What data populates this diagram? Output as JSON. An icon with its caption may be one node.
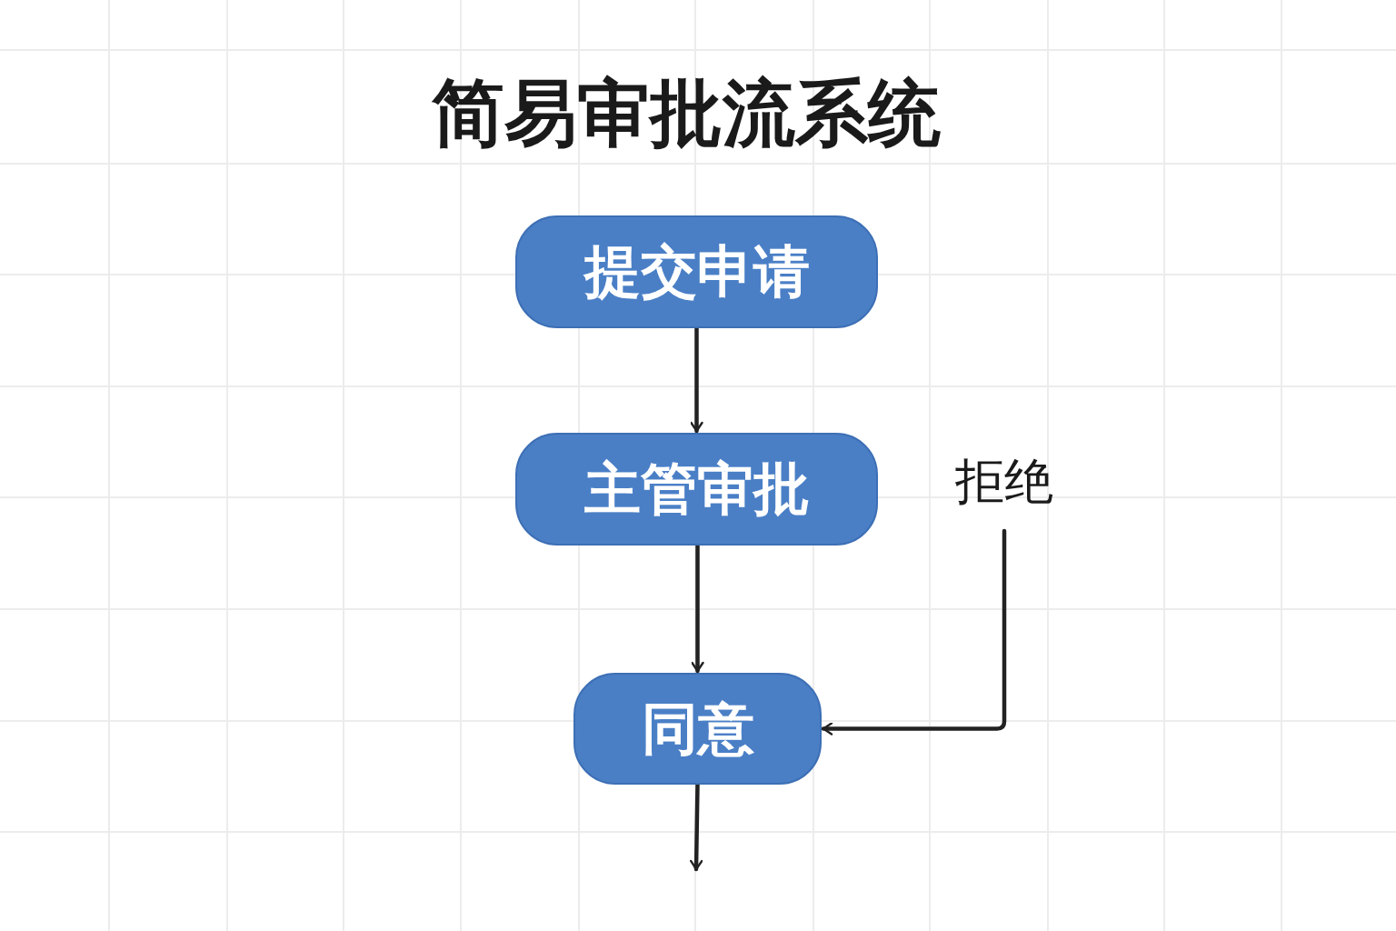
{
  "diagram": {
    "title": "简易审批流系统",
    "nodes": [
      {
        "text": [
          "提交申请"
        ]
      },
      {
        "text": [
          "主管审批"
        ]
      },
      {
        "text": [
          "同意"
        ]
      },
      {
        "text": [
          "拒绝"
        ]
      }
    ],
    "edges": [
      {
        "from": 0,
        "to": 1,
        "arrow": "to"
      },
      {
        "from": 1,
        "to": 2,
        "arrow": "to"
      },
      {
        "from": 3,
        "to": 2,
        "arrow": "to"
      },
      {
        "from": 2,
        "to": null,
        "arrow": "to"
      }
    ]
  }
}
